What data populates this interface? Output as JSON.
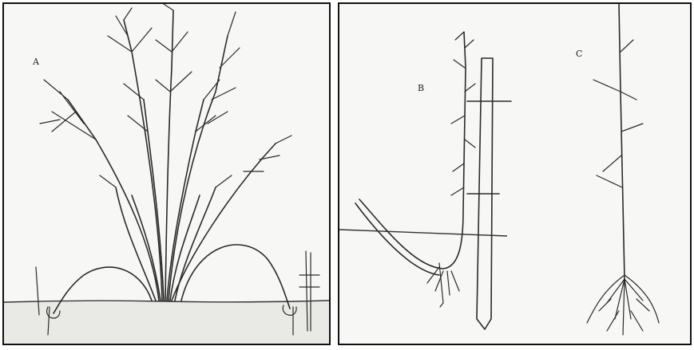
{
  "panels": [
    {
      "id": "left",
      "labels": [
        "A"
      ]
    },
    {
      "id": "right",
      "labels": [
        "B",
        "C"
      ]
    }
  ]
}
